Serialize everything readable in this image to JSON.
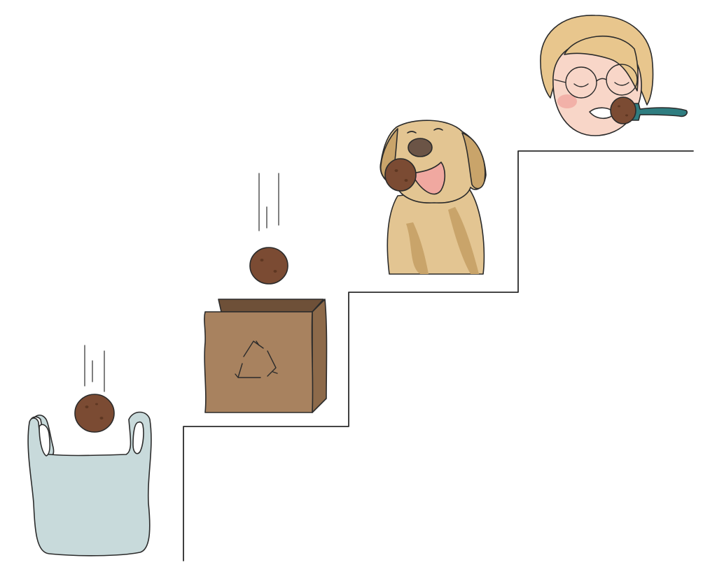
{
  "illustration": {
    "subject": "meatball-food-waste-hierarchy",
    "steps": [
      "plastic-bag",
      "compost-bag",
      "dog",
      "person"
    ]
  },
  "colors": {
    "outline": "#2b2b2b",
    "meatball": "#7b4b33",
    "meatball_spot": "#5e3722",
    "plastic_bag": "#c8dadb",
    "paper_bag": "#a8825f",
    "paper_bag_side": "#8d6a4a",
    "paper_bag_inside": "#6e5038",
    "dog_fur": "#e3c592",
    "dog_shade": "#c9a46a",
    "dog_nose": "#6b5446",
    "tongue": "#f0a8a0",
    "skin": "#f8d6c8",
    "cheek": "#f2b1a8",
    "hair": "#e8c68d",
    "fork": "#2f7d80"
  }
}
